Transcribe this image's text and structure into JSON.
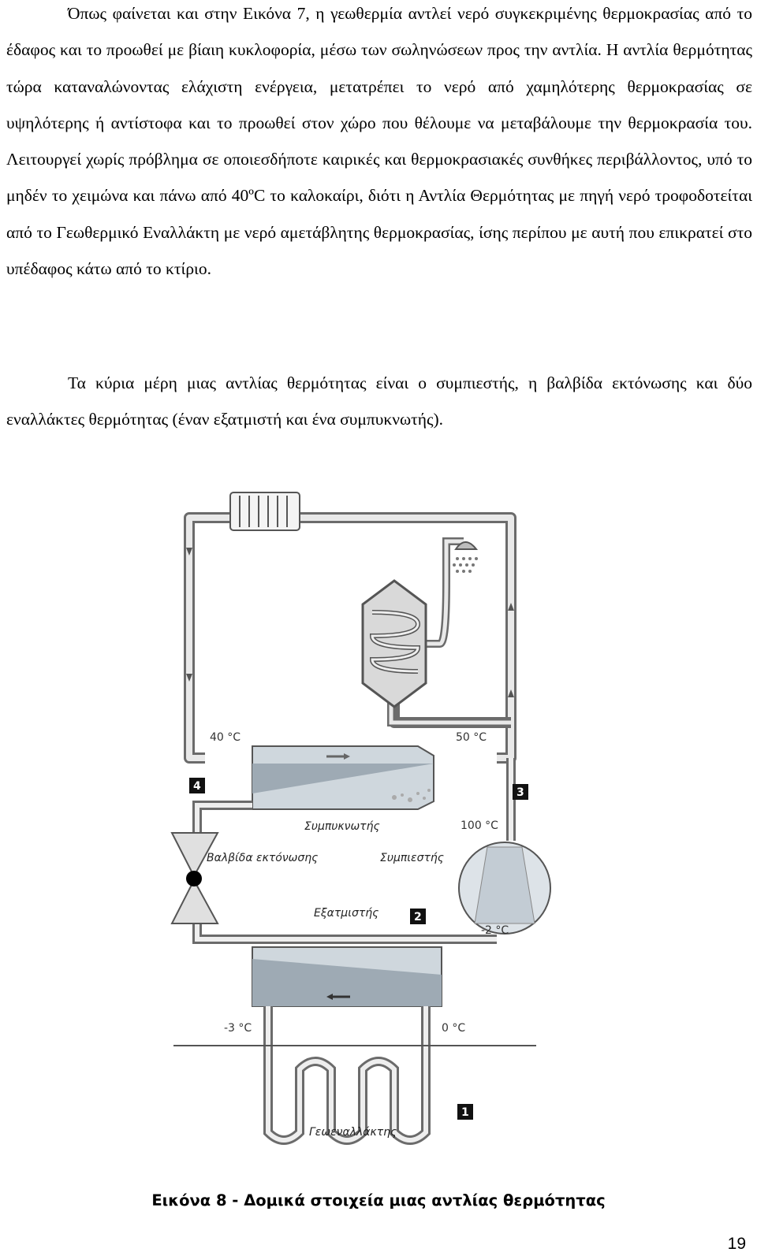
{
  "document": {
    "paragraphs": [
      "Όπως φαίνεται και στην Εικόνα 7, η γεωθερμία αντλεί νερό συγκεκριμένης θερμοκρασίας από το έδαφος και το προωθεί με βίαιη κυκλοφορία, μέσω των σωληνώσεων προς την αντλία. Η αντλία θερμότητας τώρα καταναλώνοντας ελάχιστη ενέργεια, μετατρέπει το νερό από χαμηλότερης θερμοκρασίας σε υψηλότερης ή αντίστοφα και το προωθεί στον χώρο που θέλουμε να μεταβάλουμε την θερμοκρασία του. Λειτουργεί χωρίς πρόβλημα σε οποιεσδήποτε καιρικές και θερμοκρασιακές συνθήκες περιβάλλοντος, υπό το μηδέν το χειμώνα και πάνω από 40ºC το καλοκαίρι, διότι η Αντλία Θερμότητας με πηγή νερό τροφοδοτείται από το Γεωθερμικό Εναλλάκτη με νερό αμετάβλητης θερμοκρασίας, ίσης περίπου με αυτή που επικρατεί στο υπέδαφος κάτω από το κτίριο.",
      "Τα κύρια μέρη μιας αντλίας θερμότητας είναι ο συμπιεστής, η βαλβίδα εκτόνωσης και δύο εναλλάκτες θερμότητας (έναν εξατμιστή και ένα συμπυκνωτής)."
    ],
    "figure": {
      "labels": {
        "t_40": "40 °C",
        "t_50": "50 °C",
        "t_100": "100 °C",
        "t_minus2": "-2 °C",
        "t_minus3": "-3 °C",
        "t_0": "0 °C",
        "condenser": "Συμπυκνωτής",
        "expansion_valve": "Βαλβίδα εκτόνωσης",
        "compressor": "Συμπιεστής",
        "evaporator": "Εξατμιστής",
        "ground_exchanger": "Γεωεναλλάκτης"
      },
      "badges": [
        "1",
        "2",
        "3",
        "4"
      ]
    },
    "caption": "Εικόνα 8 - Δομικά στοιχεία μιας αντλίας θερμότητας",
    "page_number": "19"
  }
}
